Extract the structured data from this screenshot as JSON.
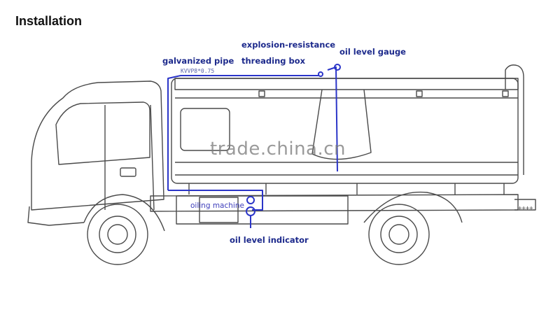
{
  "title": "Installation",
  "labels": {
    "galvanized_pipe": "galvanized pipe",
    "pipe_spec": "KVVP8*0.75",
    "explosion_resistance": "explosion-resistance",
    "threading_box": "threading box",
    "oil_level_gauge": "oil level gauge",
    "oiling_machine": "oiling machine",
    "oil_level_indicator": "oil level indicator"
  },
  "watermark": "trade.china.cn",
  "colors": {
    "line_art": "#4a4a4a",
    "wiring": "#2b35c8",
    "label": "#1d2a8c"
  }
}
